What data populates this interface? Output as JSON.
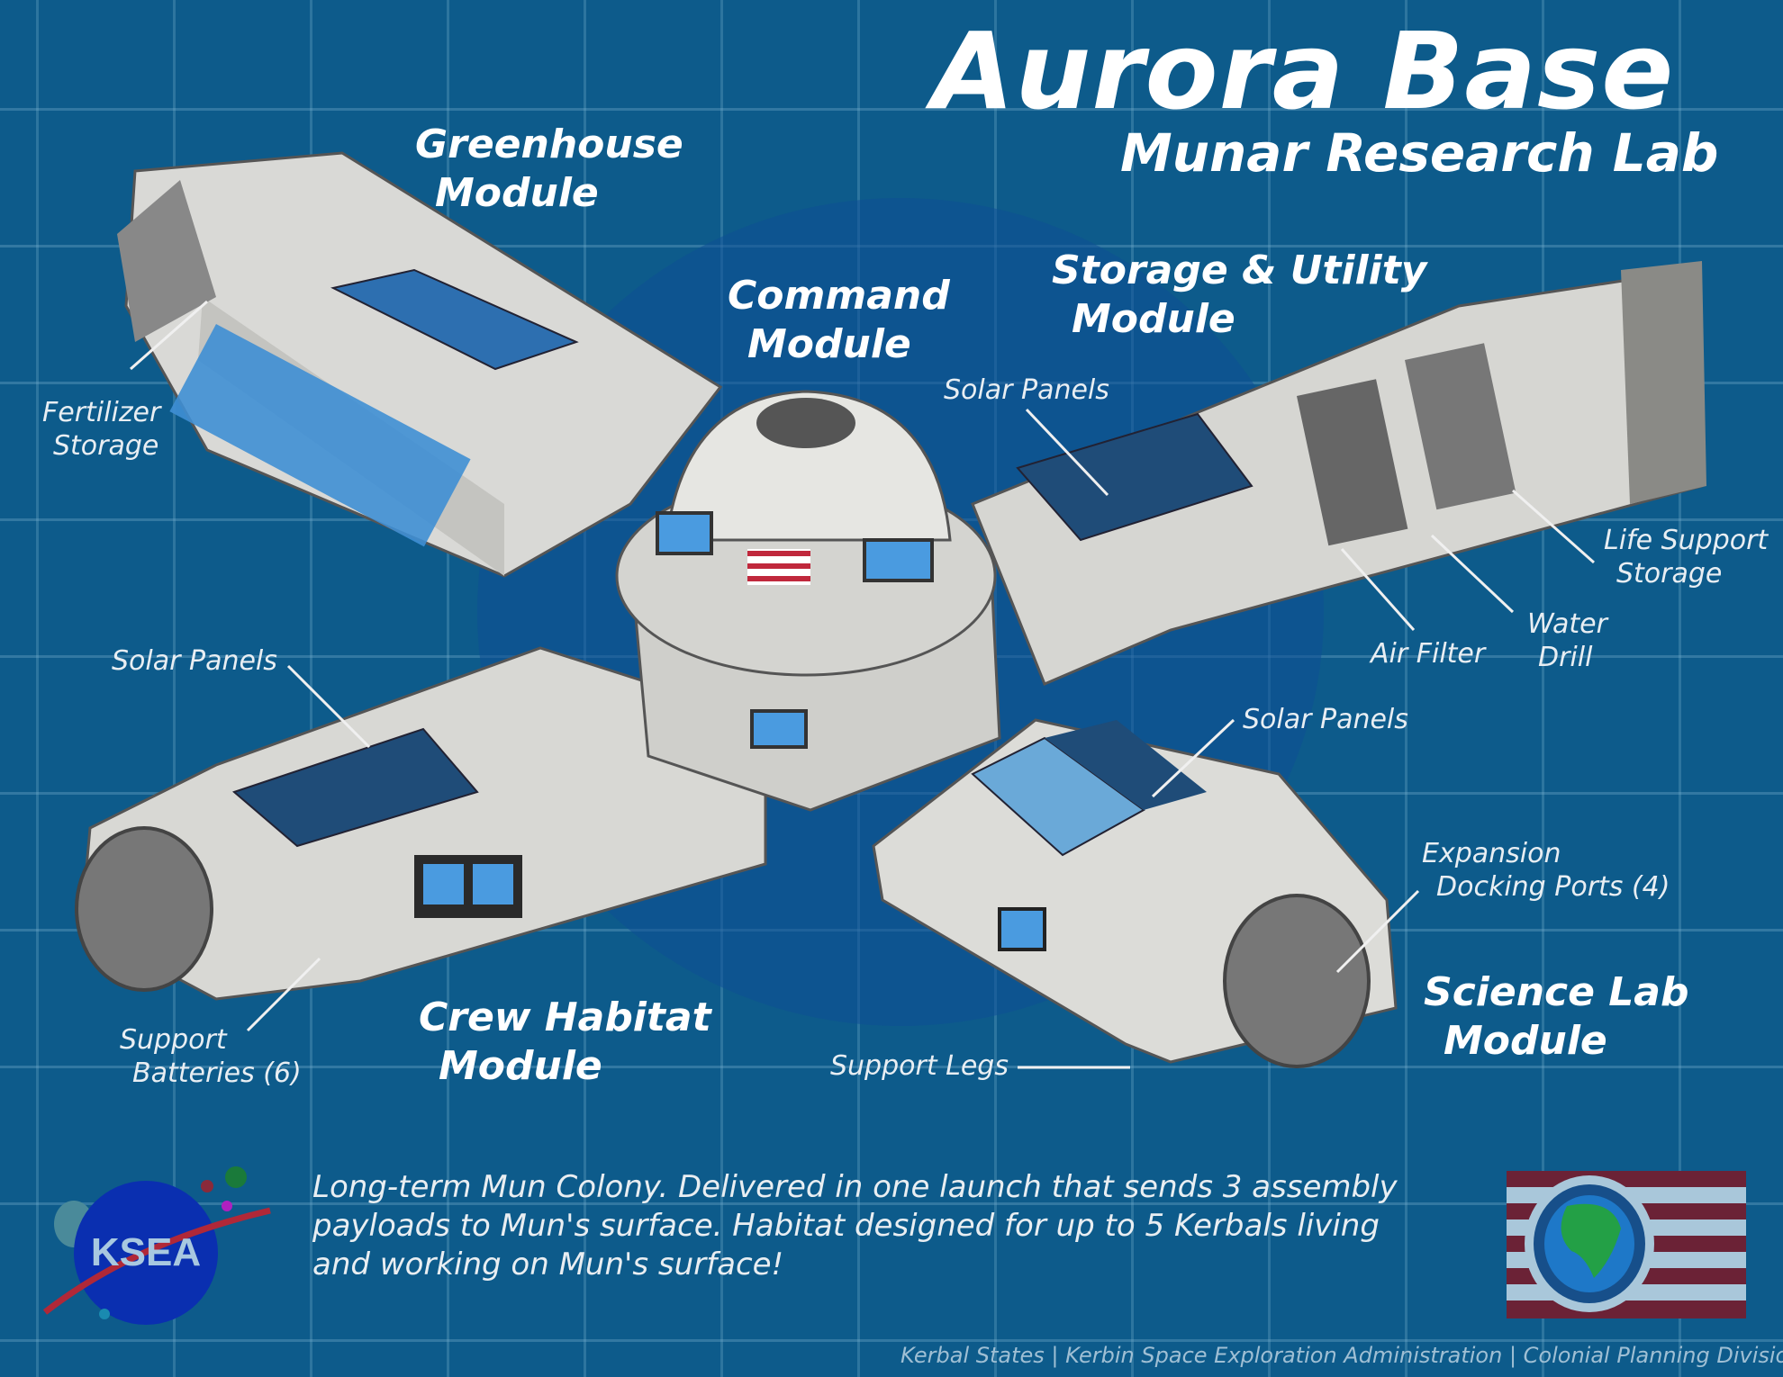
{
  "header": {
    "title": "Aurora Base",
    "subtitle": "Munar Research Lab"
  },
  "modules": {
    "greenhouse": [
      "Greenhouse",
      "Module"
    ],
    "command": [
      "Command",
      "Module"
    ],
    "storage": [
      "Storage & Utility",
      "Module"
    ],
    "crew": [
      "Crew Habitat",
      "Module"
    ],
    "science": [
      "Science Lab",
      "Module"
    ]
  },
  "labels": {
    "fertilizer": [
      "Fertilizer",
      "Storage"
    ],
    "solar_top": "Solar Panels",
    "life_support": [
      "Life Support",
      "Storage"
    ],
    "water_drill": [
      "Water",
      "Drill"
    ],
    "air_filter": "Air Filter",
    "solar_left": "Solar Panels",
    "solar_right": "Solar Panels",
    "docking": [
      "Expansion",
      "Docking Ports (4)"
    ],
    "support_legs": "Support Legs",
    "batteries": [
      "Support",
      "Batteries (6)"
    ]
  },
  "description": "Long-term Mun Colony. Delivered in one launch that sends 3 assembly payloads to Mun's surface.  Habitat designed for up to 5 Kerbals living and working on Mun's surface!",
  "logo": {
    "text": "KSEA"
  },
  "footer": "Kerbal States | Kerbin Space Exploration Administration | Colonial Planning Division",
  "colors": {
    "background": "#0d5b8b",
    "flag_red": "#6b2236",
    "flag_stripe": "#a9c7da",
    "globe": "#1e78c8",
    "land": "#23a046"
  }
}
